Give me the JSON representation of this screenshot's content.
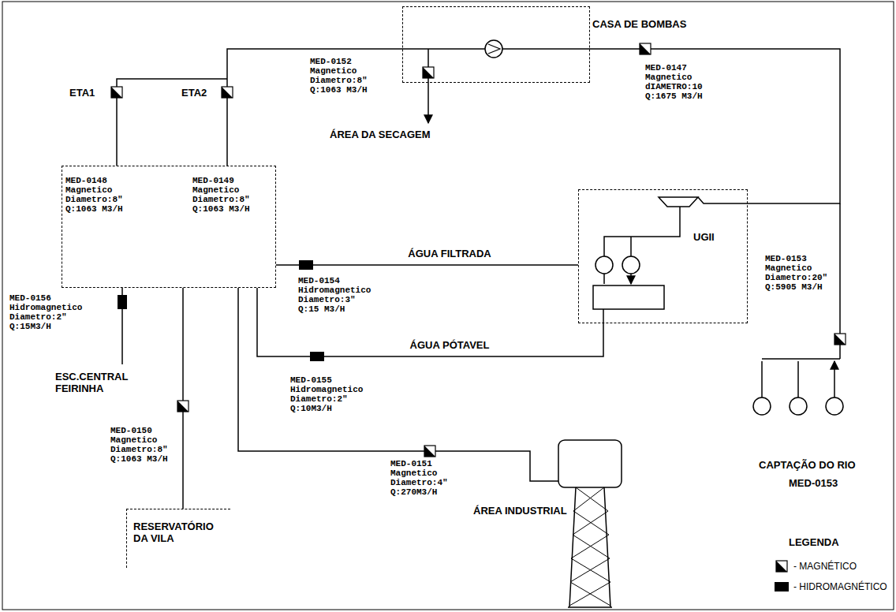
{
  "diagram": {
    "nodes": [
      {
        "text": [
          "CASA DE BOMBAS"
        ]
      },
      {
        "text": [
          "MED-0148 Magnetico Diametro:8\" Q:1063 M3/H",
          "MED-0149 Magnetico Diametro:8\" Q:1063 M3/H"
        ]
      },
      {
        "text": [
          "UGII"
        ]
      },
      {
        "text": [
          "RESERVATÓRIO DA VILA"
        ]
      }
    ],
    "edges": [
      {
        "from": 0,
        "to": 1,
        "arrow": "none"
      },
      {
        "from": 2,
        "to": 1,
        "label": "ÁGUA FILTRADA",
        "arrow": "none"
      },
      {
        "from": 2,
        "to": 1,
        "label": "ÁGUA PÓTAVEL",
        "arrow": "none"
      },
      {
        "from": 1,
        "to": 3,
        "arrow": "none"
      },
      {
        "from": 0,
        "to": 2,
        "arrow": "none"
      }
    ],
    "labels": [
      "ETA1",
      "ETA2",
      "MED-0152 Magnetico Diametro:8\" Q:1063 M3/H",
      "ÁREA DA SECAGEM",
      "MED-0147 Magnetico dIAMETRO:10 Q:1675 M3/H",
      "MED-0154 Hidromagnetico Diametro:3\" Q:15 M3/H",
      "MED-0155 Hidromagnetico Diametro:2\" Q:10M3/H",
      "MED-0156 Hidromagnetico Diametro:2\" Q:15M3/H",
      "ESC.CENTRAL FEIRINHA",
      "MED-0150 Magnetico Diametro:8\" Q:1063 M3/H",
      "MED-0151 Magnetico Diametro:4\" Q:270M3/H",
      "ÁREA INDUSTRIAL",
      "MED-0153 Magnetico Diametro:20\" Q:5905 M3/H",
      "CAPTAÇÃO DO RIO",
      "MED-0153",
      "LEGENDA"
    ],
    "legend": [
      {
        "text": "- MAGNÉTICO"
      },
      {
        "text": "- HIDROMAGNÉTICO",
        "color": "#000000"
      }
    ]
  }
}
